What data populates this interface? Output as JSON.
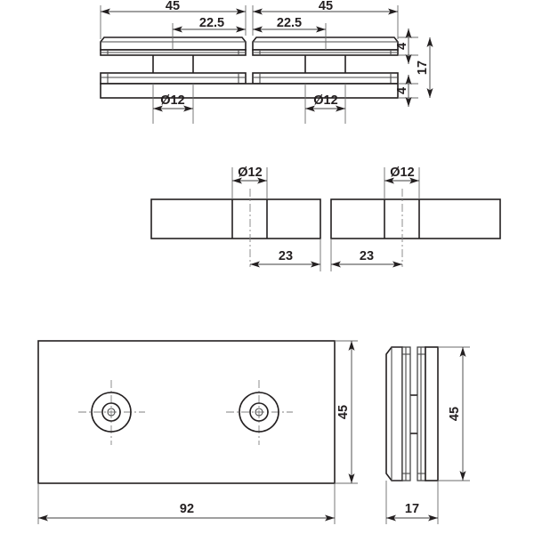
{
  "drawing": {
    "title": "Glass clamp connector technical drawing",
    "background_color": "#ffffff",
    "line_color": "#231f20",
    "dimension_color": "#3f3f3f",
    "center_line_color": "#808080",
    "units": "mm"
  },
  "views": {
    "top": {
      "name": "front-elevation-view",
      "dimensions": {
        "width_left": "45",
        "width_right": "45",
        "hole_offset_left": "22.5",
        "hole_offset_right": "22.5",
        "hole_dia_left": "Ø12",
        "hole_dia_right": "Ø12",
        "thickness_top": "4",
        "thickness_bottom": "4",
        "overall_height": "17"
      }
    },
    "middle": {
      "name": "plan-section-view",
      "dimensions": {
        "hole_dia_left": "Ø12",
        "hole_dia_right": "Ø12",
        "edge_distance_left": "23",
        "edge_distance_right": "23"
      }
    },
    "bottom_left": {
      "name": "plate-face-view",
      "dimensions": {
        "width": "92",
        "height": "45"
      }
    },
    "bottom_right": {
      "name": "plate-side-view",
      "dimensions": {
        "depth": "17",
        "height": "45"
      }
    }
  },
  "labels": {
    "d45_a": "45",
    "d45_b": "45",
    "d225_a": "22.5",
    "d225_b": "22.5",
    "dia12_top_a": "Ø12",
    "dia12_top_b": "Ø12",
    "d4_top": "4",
    "d4_bottom": "4",
    "d17_top": "17",
    "dia12_mid_a": "Ø12",
    "dia12_mid_b": "Ø12",
    "d23_a": "23",
    "d23_b": "23",
    "d92": "92",
    "d45_plate": "45",
    "d45_side": "45",
    "d17_side": "17"
  }
}
